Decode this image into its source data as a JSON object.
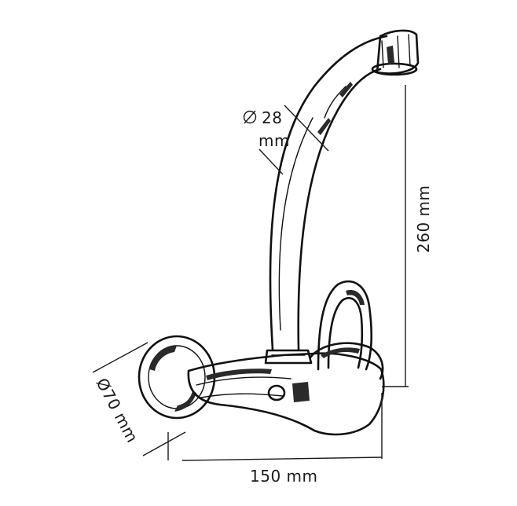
{
  "dimensions": {
    "pipe_diameter": {
      "symbol": "Ø",
      "value": "28",
      "unit": "mm"
    },
    "height": "260 mm",
    "flange_diameter": "Ø70 mm",
    "width": "150 mm"
  }
}
